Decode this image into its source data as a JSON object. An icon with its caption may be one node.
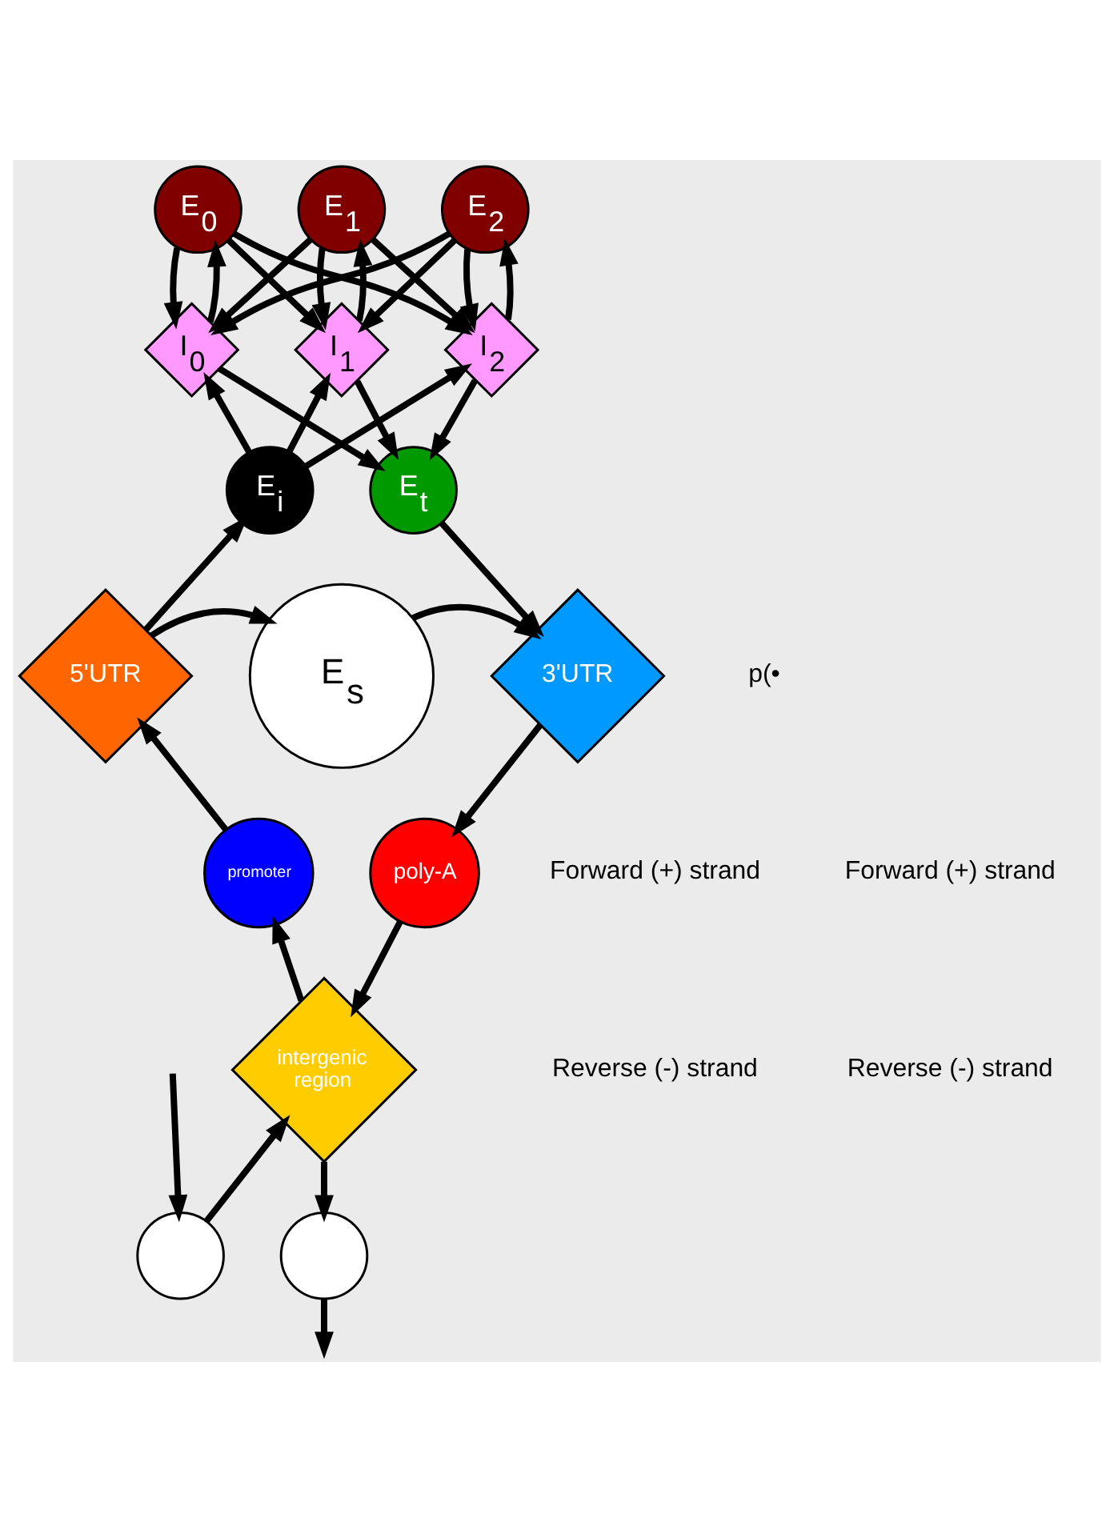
{
  "diagram": {
    "nodes": [
      {
        "text": [
          "E$_{0}$"
        ]
      },
      {
        "text": [
          "E$_{1}$"
        ]
      },
      {
        "text": [
          "E$_{2}$"
        ]
      },
      {
        "text": [
          "I$_{0}$"
        ]
      },
      {
        "text": [
          "I$_{1}$"
        ]
      },
      {
        "text": [
          "I$_{2}$"
        ]
      },
      {
        "text": [
          "E$_{i}$"
        ]
      },
      {
        "text": [
          "E$_{t}$"
        ]
      },
      {
        "text": [
          "5'UTR"
        ]
      },
      {
        "text": [
          "E$_{s}$"
        ]
      },
      {
        "text": [
          "3'UTR"
        ]
      },
      {
        "text": [
          "promoter"
        ]
      },
      {
        "text": [
          "poly-A"
        ]
      },
      {
        "text": [
          "intergenic region"
        ]
      },
      {
        "text": [],
        "shape": "circle"
      },
      {
        "text": [],
        "shape": "circle"
      }
    ],
    "edges": [
      {
        "from": 3,
        "to": 0,
        "arrow": "to"
      },
      {
        "from": 0,
        "to": 3,
        "arrow": "to"
      },
      {
        "from": 4,
        "to": 1,
        "arrow": "to"
      },
      {
        "from": 1,
        "to": 4,
        "arrow": "to"
      },
      {
        "from": 2,
        "to": 5,
        "arrow": "to"
      },
      {
        "from": 5,
        "to": 2,
        "arrow": "to"
      },
      {
        "from": 0,
        "to": 4,
        "arrow": "to"
      },
      {
        "from": 0,
        "to": 5,
        "arrow": "to"
      },
      {
        "from": 1,
        "to": 3,
        "arrow": "to"
      },
      {
        "from": 1,
        "to": 5,
        "arrow": "to"
      },
      {
        "from": 2,
        "to": 3,
        "arrow": "to"
      },
      {
        "from": 2,
        "to": 4,
        "arrow": "to"
      },
      {
        "from": 6,
        "to": 3,
        "arrow": "to"
      },
      {
        "from": 6,
        "to": 4,
        "arrow": "to"
      },
      {
        "from": 6,
        "to": 5,
        "arrow": "to"
      },
      {
        "from": 3,
        "to": 7,
        "arrow": "to"
      },
      {
        "from": 4,
        "to": 7,
        "arrow": "to"
      },
      {
        "from": 5,
        "to": 7,
        "arrow": "to"
      },
      {
        "from": 7,
        "to": 10,
        "arrow": "to"
      },
      {
        "from": 8,
        "to": 6,
        "arrow": "to"
      },
      {
        "from": 8,
        "to": 9,
        "arrow": "to"
      },
      {
        "from": 9,
        "to": 10,
        "arrow": "to"
      },
      {
        "from": 10,
        "to": 12,
        "arrow": "to"
      },
      {
        "from": 12,
        "to": 13,
        "arrow": "to"
      },
      {
        "from": 13,
        "to": 11,
        "arrow": "to"
      },
      {
        "from": 11,
        "to": 8,
        "arrow": "to"
      },
      {
        "from": 14,
        "to": 13,
        "arrow": "to"
      },
      {
        "from": 13,
        "to": 15,
        "arrow": "to"
      },
      {
        "from": null,
        "to": 14,
        "arrow": "to"
      },
      {
        "from": 15,
        "to": null,
        "arrow": "to"
      }
    ],
    "labels": [
      "Forward (+) strand",
      "Forward (+) strand",
      "Reverse (-) strand",
      "Reverse (-) strand",
      "p(•"
    ]
  }
}
